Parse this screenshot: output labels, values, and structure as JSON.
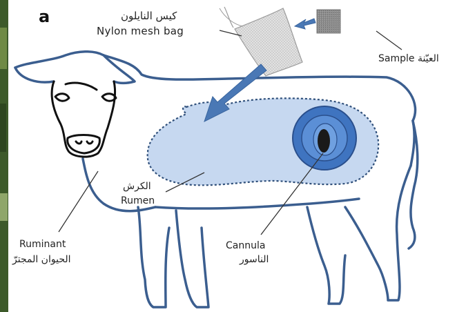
{
  "figure": {
    "panel_label": "a",
    "labels": {
      "nylon_bag_ar": "كيس النايلون",
      "nylon_bag_en": "Nylon mesh bag",
      "sample_en": "Sample",
      "sample_ar": "العيّنة",
      "rumen_ar": "الكرش",
      "rumen_en": "Rumen",
      "ruminant_en": "Ruminant",
      "ruminant_ar": "الحيوان المجترّ",
      "cannula_en": "Cannula",
      "cannula_ar": "الناسور"
    }
  },
  "colors": {
    "outline": "#3b5e8f",
    "arrow": "#4a78b5",
    "rumen_fill": "#c6d8f0",
    "cannula_ring": "#3f74c0",
    "cannula_inner": "#2a5aa8",
    "head_ink": "#111111",
    "bag": "#dadada",
    "sample": "#8a8a8a"
  }
}
